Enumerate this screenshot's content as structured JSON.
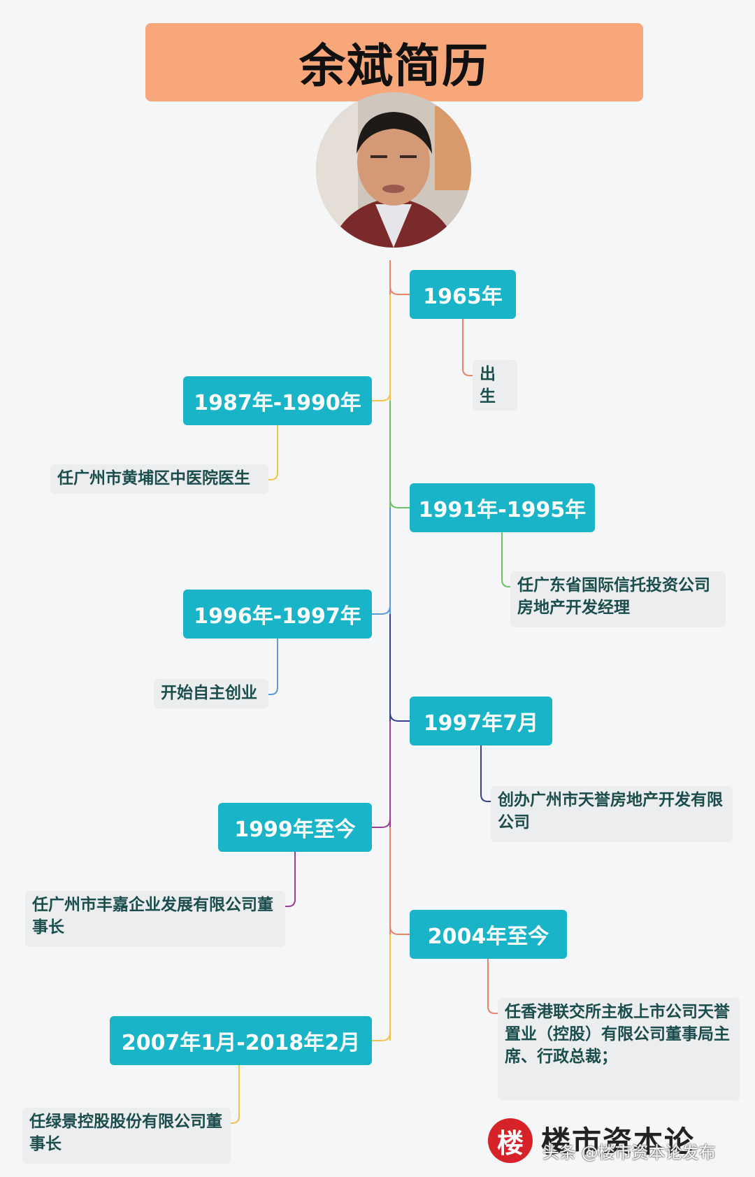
{
  "title": "余斌简历",
  "timeline": [
    {
      "date": "1965年",
      "text": "出生",
      "side": "right",
      "color": "#e8846a"
    },
    {
      "date": "1987年-1990年",
      "text": "任广州市黄埔区中医院医生",
      "side": "left",
      "color": "#f2c14e"
    },
    {
      "date": "1991年-1995年",
      "text": "任广东省国际信托投资公司房地产开发经理",
      "side": "right",
      "color": "#6cc06a"
    },
    {
      "date": "1996年-1997年",
      "text": "开始自主创业",
      "side": "left",
      "color": "#5b9bd5"
    },
    {
      "date": "1997年7月",
      "text": "创办广州市天誉房地产开发有限公司",
      "side": "right",
      "color": "#3a3f8f"
    },
    {
      "date": "1999年至今",
      "text": "任广州市丰嘉企业发展有限公司董事长",
      "side": "left",
      "color": "#9b3f8f"
    },
    {
      "date": "2004年至今",
      "text": "任香港联交所主板上市公司天誉置业（控股）有限公司董事局主席、行政总裁；",
      "side": "right",
      "color": "#e8846a"
    },
    {
      "date": "2007年1月-2018年2月",
      "text": "任绿景控股股份有限公司董事长",
      "side": "left",
      "color": "#f2c14e"
    }
  ],
  "brand": {
    "logo": "楼",
    "name": "楼市资本论"
  },
  "watermark": "头条 @楼市资本论发布"
}
